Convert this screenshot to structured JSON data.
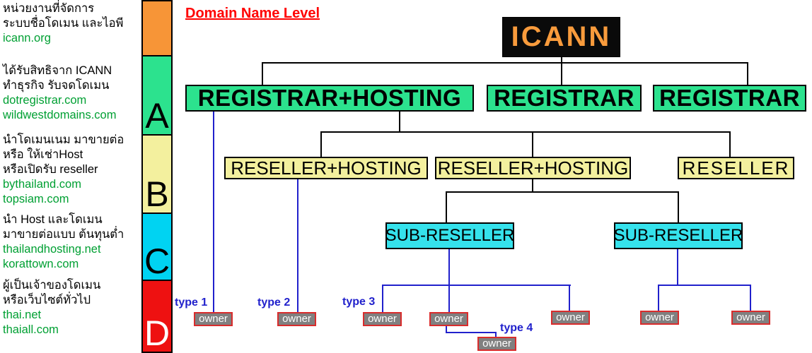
{
  "title": "Domain Name Level",
  "sidebar": {
    "groups": [
      {
        "text_lines": [
          "หน่วยงานที่จัดการ",
          "ระบบชื่อโดเมน และไอพี"
        ],
        "domains": [
          "icann.org"
        ]
      },
      {
        "text_lines": [
          "ได้รับสิทธิจาก ICANN",
          "ทำธุรกิจ รับจดโดเมน"
        ],
        "domains": [
          "dotregistrar.com",
          "wildwestdomains.com"
        ]
      },
      {
        "text_lines": [
          "นำโดเมนเนม มาขายต่อ",
          "หรือ ให้เช่าHost",
          "หรือเปิดรับ reseller"
        ],
        "domains": [
          "bythailand.com",
          "topsiam.com"
        ]
      },
      {
        "text_lines": [
          "นำ Host และโดเมน",
          "มาขายต่อแบบ ต้นทุนต่ำ"
        ],
        "domains": [
          "thailandhosting.net",
          "korattown.com"
        ]
      },
      {
        "text_lines": [
          "ผู้เป็นเจ้าของโดเมน",
          "หรือเว็บไซต์ทั่วไป"
        ],
        "domains": [
          "thai.net",
          "thaiall.com"
        ]
      }
    ]
  },
  "levels": {
    "a": "A",
    "b": "B",
    "c": "C",
    "d": "D"
  },
  "tree": {
    "icann": "ICANN",
    "registrar_hosting": "REGISTRAR+HOSTING",
    "registrar": "REGISTRAR",
    "reseller_hosting": "RESELLER+HOSTING",
    "reseller": "RESELLER",
    "sub_reseller": "SUB-RESELLER",
    "owner": "owner"
  },
  "type_labels": {
    "t1": "type 1",
    "t2": "type 2",
    "t3": "type 3",
    "t4": "type 4"
  },
  "colors": {
    "strip_orange": "#F79537",
    "level_a_green": "#2CE28E",
    "level_b_yellow": "#F3F09E",
    "level_c_cyan": "#00D3F2",
    "level_d_red": "#EE1111",
    "icann_text_orange": "#F89B3C",
    "sub_reseller_cyan": "#35E2EC",
    "connector_black": "#000000",
    "connector_blue": "#2121CC",
    "owner_gray": "#808080",
    "owner_border_red": "#D92C2C",
    "domain_green": "#00A033",
    "title_red": "#FF0000"
  }
}
